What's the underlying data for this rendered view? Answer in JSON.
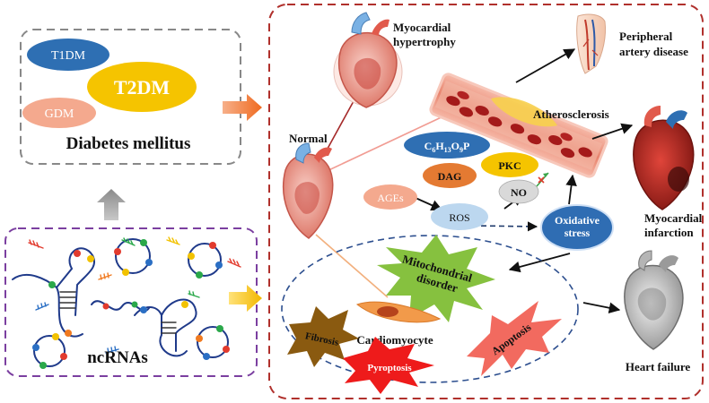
{
  "diabetes": {
    "title": "Diabetes mellitus",
    "types": {
      "t1dm": "T1DM",
      "t2dm": "T2DM",
      "gdm": "GDM"
    }
  },
  "ncrnas": {
    "title": "ncRNAs"
  },
  "main": {
    "normal": "Normal",
    "myocardial_hypertrophy": [
      "Myocardial",
      "hypertrophy"
    ],
    "peripheral_artery_disease": [
      "Peripheral",
      "artery disease"
    ],
    "atherosclerosis": "Atherosclerosis",
    "myocardial_infarction": [
      "Myocardial",
      "infarction"
    ],
    "heart_failure": "Heart failure",
    "cardiomyocyte": "Cardiomyocyte",
    "pills": {
      "c6": "C6H13O9P",
      "dag": "DAG",
      "pkc": "PKC",
      "ages": "AGEs",
      "no": "NO",
      "ros": "ROS",
      "oxidative_stress": [
        "Oxidative",
        "stress"
      ]
    },
    "stars": {
      "mito": [
        "Mitochondrial",
        "disorder"
      ],
      "fibrosis": "Fibrosis",
      "pyroptosis": "Pyroptosis",
      "apoptosis": "Apoptosis"
    }
  },
  "colors": {
    "t1dm": "#2e6fb3",
    "t2dm": "#f5c400",
    "gdm": "#f4a98e",
    "c6": "#2f6fb3",
    "dag": "#e47a32",
    "pkc": "#f5c400",
    "ages": "#f4a98e",
    "no": "#d9d9d9",
    "ros": "#bcd7ef",
    "oxidative": "#2f6db3",
    "mito": "#86c13f",
    "fibrosis": "#8a5a10",
    "pyroptosis": "#ee1b1b",
    "apoptosis": "#f26a5f",
    "vessel_frame": "#b0302c",
    "dm_frame": "#888888",
    "nc_frame": "#7b3fa0",
    "inner_frame": "#2d4f8f"
  }
}
